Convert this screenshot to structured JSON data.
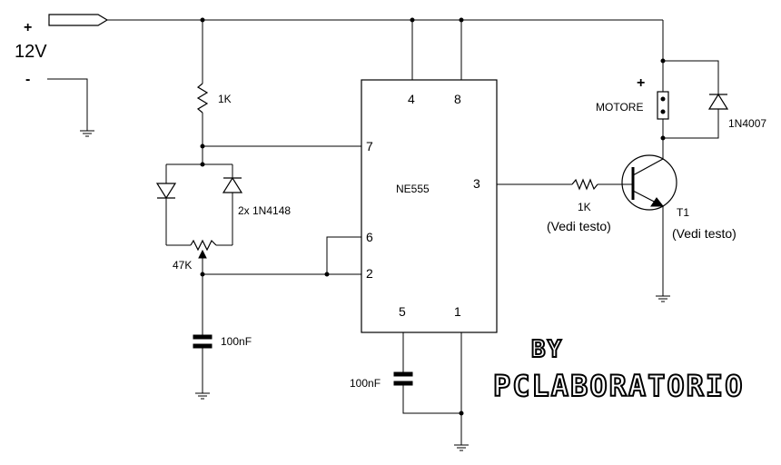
{
  "supply": {
    "plus": "+",
    "minus": "-",
    "voltage": "12V"
  },
  "ic": {
    "name": "NE555",
    "pins": {
      "p4": "4",
      "p8": "8",
      "p7": "7",
      "p6": "6",
      "p2": "2",
      "p3": "3",
      "p5": "5",
      "p1": "1"
    }
  },
  "components": {
    "r_top": "1K",
    "diodes": "2x 1N4148",
    "pot": "47K",
    "cap_timing": "100nF",
    "cap_ctrl": "100nF",
    "r_base_value": "1K",
    "r_base_note": "(Vedi testo)",
    "transistor_name": "T1",
    "transistor_note": "(Vedi testo)",
    "motor_plus": "+",
    "motor": "MOTORE",
    "flyback": "1N4007"
  },
  "brand": {
    "by": "BY",
    "name": "PCLABORATORIO"
  }
}
